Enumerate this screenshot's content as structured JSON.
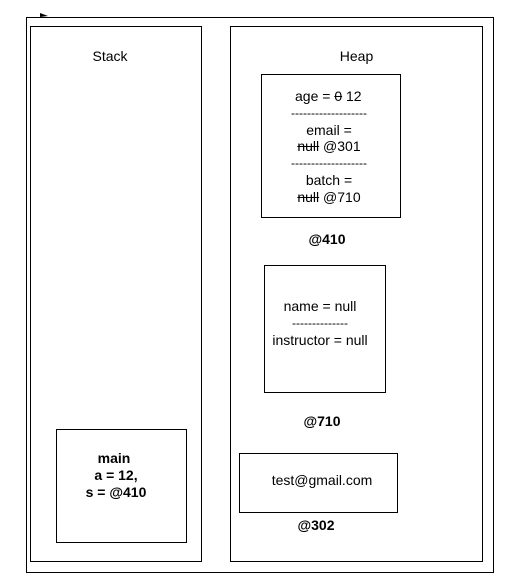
{
  "stack": {
    "title": "Stack",
    "frame": {
      "name": "main",
      "line1": "a = 12,",
      "line2": "s = @410"
    }
  },
  "heap": {
    "title": "Heap",
    "object_410": {
      "age_label": "age =",
      "age_old": "0",
      "age_new": "12",
      "sep1": "-------------------",
      "email_label": "email =",
      "email_old": "null",
      "email_new": "@301",
      "sep2": "-------------------",
      "batch_label": "batch =",
      "batch_old": "null",
      "batch_new": "@710",
      "address": "@410"
    },
    "object_710": {
      "name_field": "name = null",
      "sep": "--------------",
      "instructor_field": "instructor = null",
      "address": "@710"
    },
    "object_302": {
      "value": "test@gmail.com",
      "address": "@302"
    }
  }
}
